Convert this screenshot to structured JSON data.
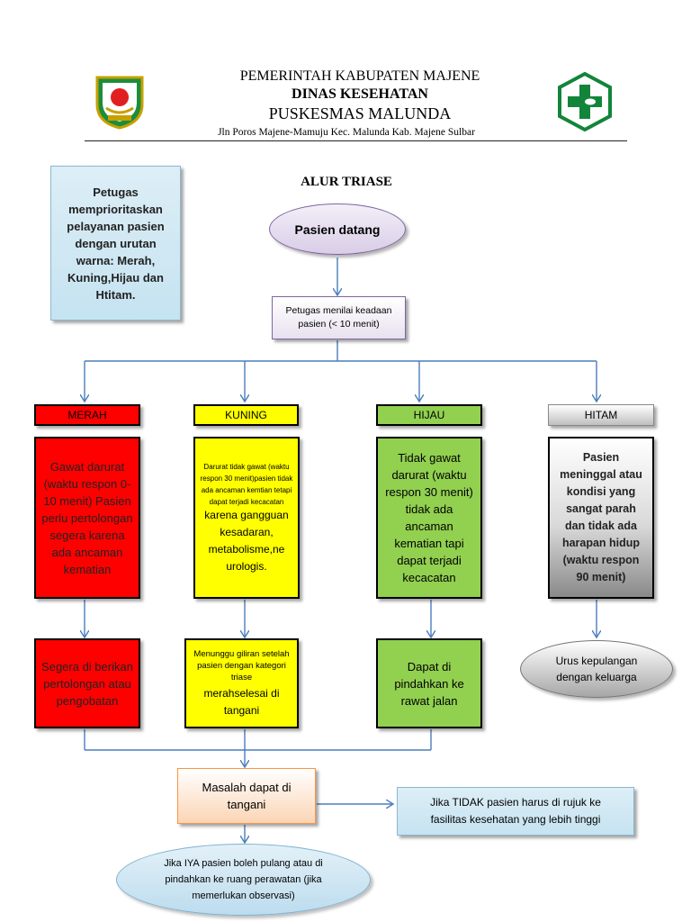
{
  "header": {
    "line1": "PEMERINTAH KABUPATEN MAJENE",
    "line2": "DINAS KESEHATAN",
    "line3": "PUSKESMAS MALUNDA",
    "address": "Jln Poros Majene-Mamuju Kec. Malunda Kab. Majene Sulbar",
    "logo_left": "majene-regency-emblem",
    "logo_right": "puskesmas-logo"
  },
  "title": "ALUR TRIASE",
  "note": "Petugas memprioritaskan pelayanan pasien dengan urutan warna: Merah, Kuning,Hijau dan Htitam.",
  "start": "Pasien datang",
  "assess": "Petugas menilai keadaan pasien (< 10 menit)",
  "categories": [
    {
      "label": "MERAH",
      "color": "#ff0000",
      "description": "Gawat darurat (waktu respon 0-10 menit) Pasien perlu pertolongan segera karena ada ancaman kematian",
      "action": "Segera di berikan pertolongan atau pengobatan"
    },
    {
      "label": "KUNING",
      "color": "#ffff00",
      "description_small": "Darurat tidak gawat (waktu respon 30 menit)pasien tidak ada ancaman kemtian tetapi dapat terjadi kecacatan",
      "description_large": "karena gangguan kesadaran, metabolisme,ne urologis.",
      "action_small": "Menunggu giliran setelah pasien dengan kategori triase",
      "action_large": "merahselesai di tangani"
    },
    {
      "label": "HIJAU",
      "color": "#92d050",
      "description": "Tidak gawat darurat (waktu respon 30 menit) tidak ada ancaman kematian tapi dapat terjadi kecacatan",
      "action": "Dapat di pindahkan ke rawat jalan"
    },
    {
      "label": "HITAM",
      "color": "#808080",
      "description": "Pasien meninggal atau kondisi yang sangat parah dan tidak ada harapan hidup (waktu respon 90 menit)",
      "action": "Urus kepulangan dengan keluarga"
    }
  ],
  "decision": "Masalah dapat di tangani",
  "refer": "Jika TIDAK pasien  harus di rujuk ke fasilitas kesehatan yang lebih tinggi",
  "final": "Jika IYA pasien boleh pulang atau di pindahkan ke ruang perawatan (jika memerlukan observasi)"
}
